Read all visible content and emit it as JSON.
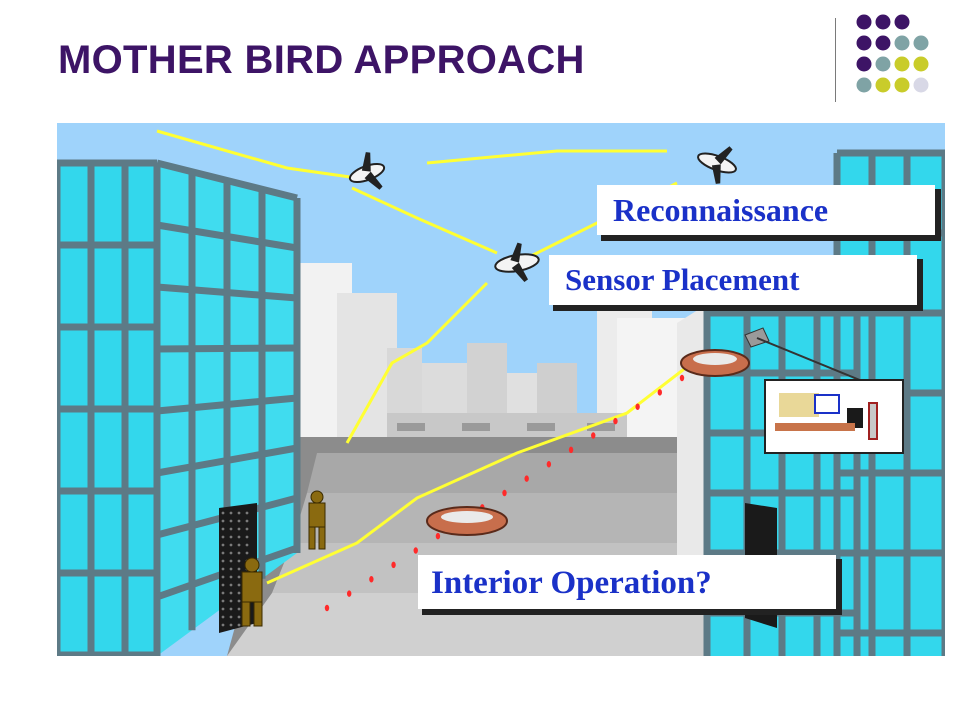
{
  "slide": {
    "title": "MOTHER BIRD APPROACH"
  },
  "decor": {
    "dot_colors": [
      "#3d1466",
      "#7fa3a5",
      "#c9cc2a",
      "#d8d8e6"
    ]
  },
  "diagram": {
    "labels": {
      "reconnaissance": "Reconnaissance",
      "sensor_placement": "Sensor Placement",
      "interior_operation": "Interior Operation?"
    },
    "colors": {
      "sky": "#9fd3fb",
      "glass": "#33d7ec",
      "signal": "#ffff33",
      "laser": "#ff2a2a",
      "label_text": "#1a31c8"
    }
  }
}
